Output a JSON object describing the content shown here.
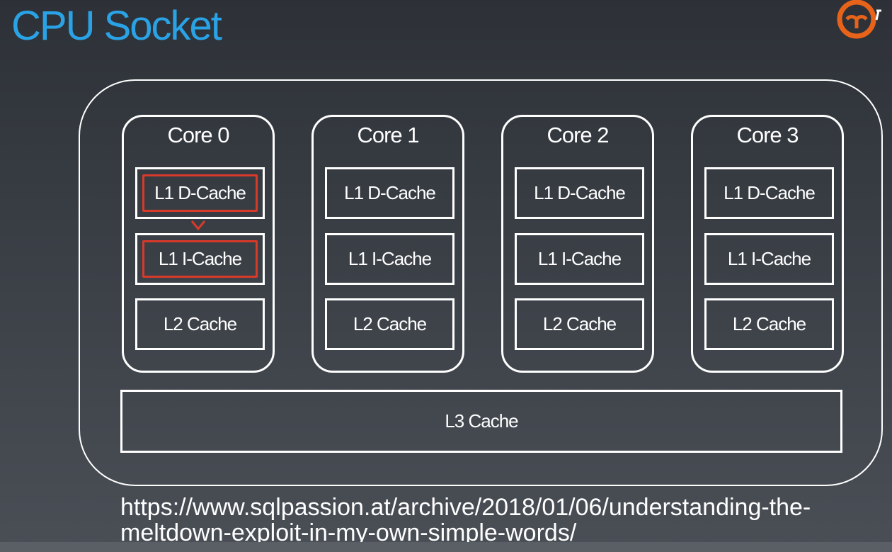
{
  "title": "CPU Socket",
  "logo": {
    "icon": "brand-logo-icon",
    "color": "#e8631a"
  },
  "cores": [
    {
      "label": "Core 0",
      "l1d": "L1 D-Cache",
      "l1i": "L1 I-Cache",
      "l2": "L2 Cache"
    },
    {
      "label": "Core 1",
      "l1d": "L1 D-Cache",
      "l1i": "L1 I-Cache",
      "l2": "L2 Cache"
    },
    {
      "label": "Core 2",
      "l1d": "L1 D-Cache",
      "l1i": "L1 I-Cache",
      "l2": "L2 Cache"
    },
    {
      "label": "Core 3",
      "l1d": "L1 D-Cache",
      "l1i": "L1 I-Cache",
      "l2": "L2 Cache"
    }
  ],
  "l3": "L3 Cache",
  "url": "https://www.sqlpassion.at/archive/2018/01/06/understanding-the-meltdown-exploit-in-my-own-simple-words/",
  "colors": {
    "title": "#2aa3e6",
    "highlight": "#d83a2a",
    "border": "#ffffff"
  }
}
